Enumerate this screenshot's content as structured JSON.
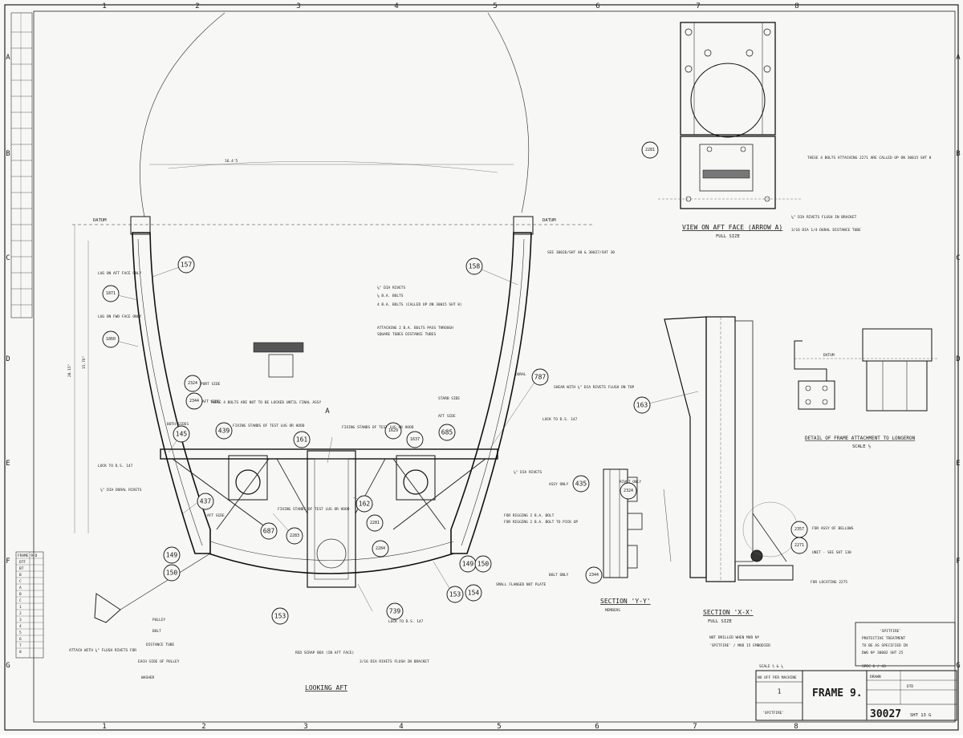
{
  "drawing": {
    "title": "FRAME 9.",
    "number": "30027",
    "sheet_suffix": "SHT 13 G",
    "project": "SPITFIRE",
    "spitfire_label": "'SPITFIRE'",
    "qty": "1",
    "qty_header": "NO OFF PER MACHINE",
    "scale_note": "SCALE ½ & ¼",
    "drawn": "DRAWN",
    "material_code": "DTD",
    "protective_note": [
      "'SPITFIRE'",
      "PROTECTIVE TREATMENT",
      "TO BE AS SPECIFIED IN",
      "DWG Nº 30002 SHT 25"
    ],
    "spec_ref": "SPEC 6 / 43"
  },
  "grid": {
    "columns": [
      "1",
      "2",
      "3",
      "4",
      "5",
      "6",
      "7",
      "8"
    ],
    "rows": [
      "A",
      "B",
      "C",
      "D",
      "E",
      "F",
      "G"
    ]
  },
  "views": {
    "main": "LOOKING AFT",
    "aft_face": "VIEW ON AFT FACE (ARROW A)",
    "aft_face_scale": "FULL SIZE",
    "section_yy": "SECTION 'Y-Y'",
    "section_yy_sub": "MEMBERS",
    "section_xx": "SECTION 'X-X'",
    "section_xx_scale": "FULL SIZE",
    "detail_frame": "DETAIL OF FRAME ATTACHMENT TO LONGERON",
    "detail_scale": "SCALE ½"
  },
  "datum": "DATUM",
  "arrow_a": "A",
  "bubbles": {
    "b157": "157",
    "b158": "158",
    "b1871": "1871",
    "b1860": "1860",
    "b145": "145",
    "b437": "437",
    "b149": "149",
    "b150": "150",
    "b439": "439",
    "b161": "161",
    "b162": "162",
    "b1629": "1629",
    "b1637": "1637",
    "b685": "685",
    "b787": "787",
    "b687": "687",
    "b2283": "2283",
    "b2281": "2281",
    "b2284": "2284",
    "b153": "153",
    "b154": "154",
    "b739": "739",
    "b435": "435",
    "b163": "163",
    "b2324": "2324",
    "b2357": "2357",
    "b2271": "2271",
    "b2344": "2344",
    "b2281v": "2281"
  },
  "notes": {
    "n1": "⅛\" DIA RIVETS",
    "n2": "⅛ B.A. BOLTS",
    "n3": "4 B.A. BOLTS (CALLED UP ON 30015 SHT 8)",
    "n4": "ATTACHING 2 B.A. BOLTS PASS THROUGH",
    "n5": "SQUARE TUBES DISTANCE TUBES",
    "n6": "BOTH SIDES",
    "n7": "LOCK TO D.S. 147",
    "n8": "⅛\" DIA DURAL RIVETS",
    "n9": "FIXING STANDS OF TEST LUG OR HOOD",
    "n10": "THESE 4 BOLTS ARE NOT TO BE LOCKED UNTIL FINAL ASSY",
    "n11": "FOR RIGGING 2 B.A. BOLT",
    "n12": "SMALL FLANGED NUT PLATE",
    "n13": "RED SCRAP BOX (IN AFT FACE)",
    "n14": "3/16 DIA RIVETS FLUSH IN BRACKET",
    "n15": "LOCK TO D.S. 147",
    "n16": "EACH SIDE OF PULLEY",
    "n17": "DISTANCE TUBE",
    "n18": "PULLEY",
    "n19": "BOLT",
    "n20": "WASHER",
    "n21": "ATTACH WITH ⅛\" FLUSH RIVETS FOR",
    "n22": "THESE 4 BOLTS ATTACHING 2271 ARE CALLED UP ON 30015 SHT 8",
    "n23": "⅛\" DIA RIVETS FLUSH IN BRACKET",
    "n24": "3/16 DIA 1/4 DURAL DISTANCE TUBE",
    "n25": "FOR ASSY OF BELLOWS",
    "n26": "UNIT - SEE SHT 130",
    "n27": "FOR LOCATING 2275",
    "n28": "NOT DRILLED WHEN MOD Nº",
    "n29": "'SPITFIRE' / MOD 15 EMBODIED",
    "n30": "RIVET ONLY",
    "n31": "ASSY ONLY",
    "n32": "SHEAR WITH ⅛\" DIA RIVETS FLUSH ON TOP",
    "n33": "⅛\" DIA RIVETS",
    "n34": "SEE 30026/SHT 40 & 30027/SHT 30",
    "n35": "LUG ON AFT FACE ONLY",
    "n36": "LUG ON FWD FACE ONLY",
    "n37": "FIXING STANDS OF TEST LUG OR HOOD",
    "n38": "FIXING STANDS OF TEST LUG OR HOOD",
    "n39": "PORT SIDE",
    "n40": "AFT SIDE",
    "n41": "AFT SIDE",
    "n42": "STARB SIDE",
    "n43": "FOR RIGGING 2 B.A. BOLT TO PICK UP",
    "n44": "LOCK TO D.S. 147",
    "n45": "DURAL",
    "n46": "AFT SIDE",
    "n47": "BOLT ONLY"
  },
  "revision_table": {
    "header": "FRAME 9-D",
    "rows": [
      "DTF",
      "BT",
      "B",
      "C",
      "A",
      "B",
      "C",
      "1",
      "2",
      "3",
      "4",
      "5",
      "6",
      "7",
      "8"
    ]
  }
}
